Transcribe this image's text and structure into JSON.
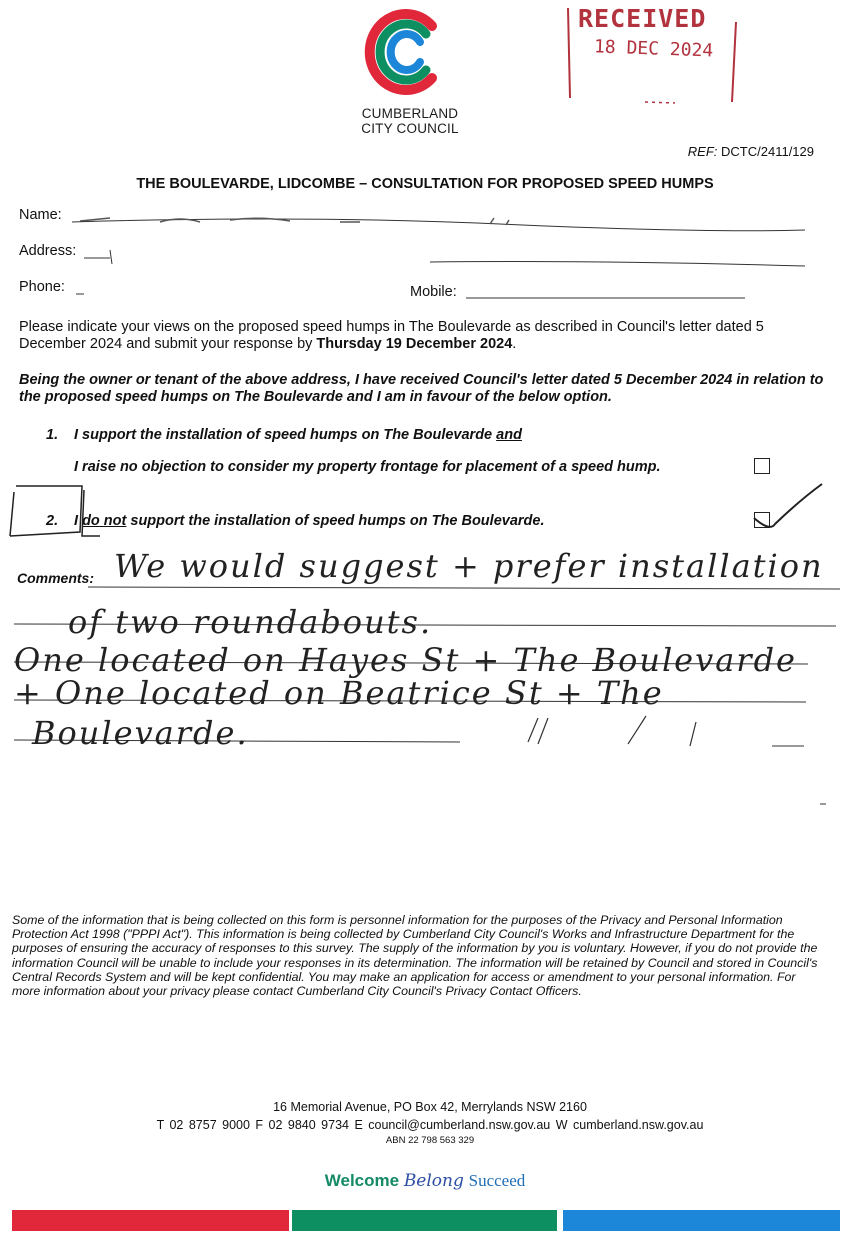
{
  "logo": {
    "line1": "CUMBERLAND",
    "line2": "CITY COUNCIL",
    "colors": [
      "#e0283a",
      "#0d8f61",
      "#1c86d8"
    ]
  },
  "stamp": {
    "word": "RECEIVED",
    "date": "18 DEC 2024",
    "color": "#b2333e"
  },
  "ref": {
    "label": "REF:",
    "value": "DCTC/2411/129"
  },
  "title": "THE BOULEVARDE, LIDCOMBE – CONSULTATION FOR PROPOSED SPEED HUMPS",
  "fields": {
    "name": "Name:",
    "address": "Address:",
    "phone": "Phone:",
    "mobile": "Mobile:"
  },
  "intro": {
    "text": "Please indicate your views on the proposed speed humps in The Boulevarde as described in Council's letter dated 5 December 2024 and submit your response by ",
    "deadline": "Thursday 19 December 2024",
    "end": "."
  },
  "statement": "Being the owner or tenant of the above address, I have received Council's letter dated 5 December 2024 in relation to the proposed speed humps on The Boulevarde and I am in favour of the below option.",
  "options": {
    "one": {
      "number": "1.",
      "line1_main": "I support the installation of speed humps on The Boulevarde ",
      "line1_and": "and",
      "line2": "I raise no objection to consider my property frontage for placement of a speed hump.",
      "checked": false
    },
    "two": {
      "number": "2.",
      "pre": "I ",
      "do_not": "do not",
      "post": " support the installation of speed humps on The Boulevarde.",
      "checked": true
    }
  },
  "comments": {
    "label": "Comments:",
    "lines": [
      "We would suggest + prefer installation",
      "of two roundabouts.",
      "One located on Hayes St + The Boulevarde",
      "+ One located on Beatrice St + The",
      "Boulevarde."
    ]
  },
  "privacy": "Some of the information that is being collected on this form is personnel information for the purposes of the Privacy and Personal Information Protection Act 1998 (\"PPPI Act\"). This information is being collected by Cumberland City Council's Works and Infrastructure Department for the purposes of ensuring the accuracy of responses to this survey. The supply of the information by you is voluntary. However, if you do not provide the information Council will be unable to include your responses in its determination. The information will be retained by Council and stored in Council's Central Records System and will be kept confidential. You may make an application for access or amendment to your personal information. For more information about your privacy please contact Cumberland City Council's Privacy Contact Officers.",
  "footer": {
    "address": "16 Memorial Avenue, PO Box 42, Merrylands NSW 2160",
    "contact": "T 02 8757 9000   F 02 9840 9734   E council@cumberland.nsw.gov.au   W cumberland.nsw.gov.au",
    "abn": "ABN 22 798 563 329"
  },
  "tagline": {
    "welcome": "Welcome",
    "belong": "Belong",
    "succeed": "Succeed"
  },
  "bars": {
    "red": "#e0283a",
    "green": "#0d8f61",
    "blue": "#1c86d8"
  }
}
